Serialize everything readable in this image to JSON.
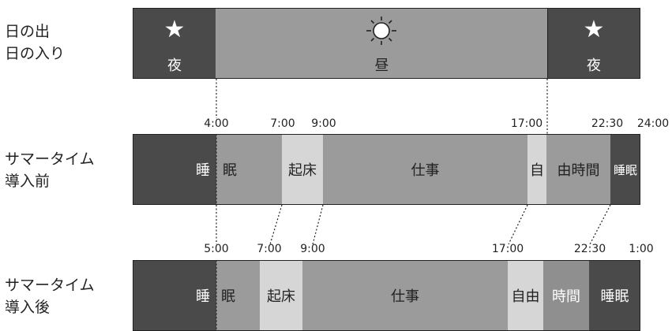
{
  "sun_row": {
    "label_line1": "日の出",
    "label_line2": "日の入り",
    "left_night": "夜",
    "day": "昼",
    "right_night": "夜",
    "left_icon": "star-icon",
    "center_icon": "sun-icon",
    "right_icon": "star-icon"
  },
  "before": {
    "label_line1": "サマータイム",
    "label_line2": "導入前",
    "ticks": [
      "4:00",
      "7:00",
      "9:00",
      "17:00",
      "22:30",
      "24:00"
    ],
    "segments": [
      "睡",
      "眠",
      "起床",
      "仕事",
      "自",
      "由時間",
      "睡眠"
    ]
  },
  "after": {
    "label_line1": "サマータイム",
    "label_line2": "導入後",
    "ticks": [
      "5:00",
      "7:00",
      "9:00",
      "17:00",
      "22:30",
      "1:00"
    ],
    "segments": [
      "睡",
      "眠",
      "起床",
      "仕事",
      "自由",
      "時間",
      "睡眠"
    ]
  },
  "colors": {
    "night": "#4a4a4a",
    "day": "#9b9b9b",
    "light": "#d6d6d6",
    "border": "#222222"
  }
}
